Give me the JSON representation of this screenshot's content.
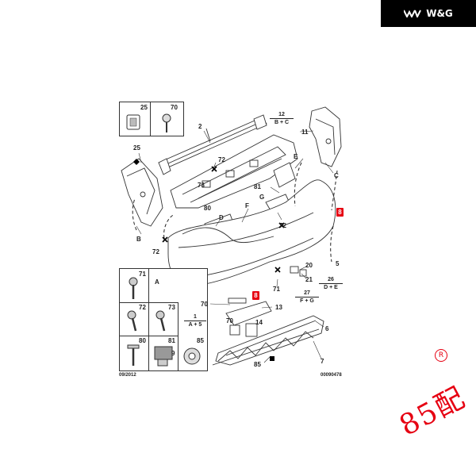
{
  "brand": {
    "text": "W&G"
  },
  "callouts": {
    "n25a": "25",
    "n70a": "70",
    "n2": "2",
    "n12": "12",
    "bc": "B + C",
    "n11": "11",
    "n25b": "25",
    "n72a": "72",
    "n73a": "73",
    "nE": "E",
    "nC": "C",
    "n81a": "81",
    "n80a": "80",
    "nG": "G",
    "nF": "F",
    "nD": "D",
    "n72b": "72",
    "n8a": "8",
    "nB": "B",
    "n72c": "72",
    "nA": "A",
    "n5": "5",
    "n20": "20",
    "n21": "21",
    "n26": "26",
    "de": "D + E",
    "n71a": "71",
    "n8b": "8",
    "n27": "27",
    "fg": "F + G",
    "n70b": "70",
    "n13": "13",
    "n70c": "70",
    "n14": "14",
    "n6": "6",
    "n85a": "85",
    "n7": "7",
    "n71b": "71",
    "n72d": "72",
    "n73b": "73",
    "n1": "1",
    "a5": "A + 5",
    "n80b": "80",
    "n81b": "81",
    "n85b": "85",
    "n9": "9"
  },
  "footer": {
    "date": "09/2012",
    "code": "00090478"
  },
  "watermark": {
    "text": "85配",
    "reg": "R"
  },
  "colors": {
    "accent": "#e60012",
    "line": "#333333"
  }
}
